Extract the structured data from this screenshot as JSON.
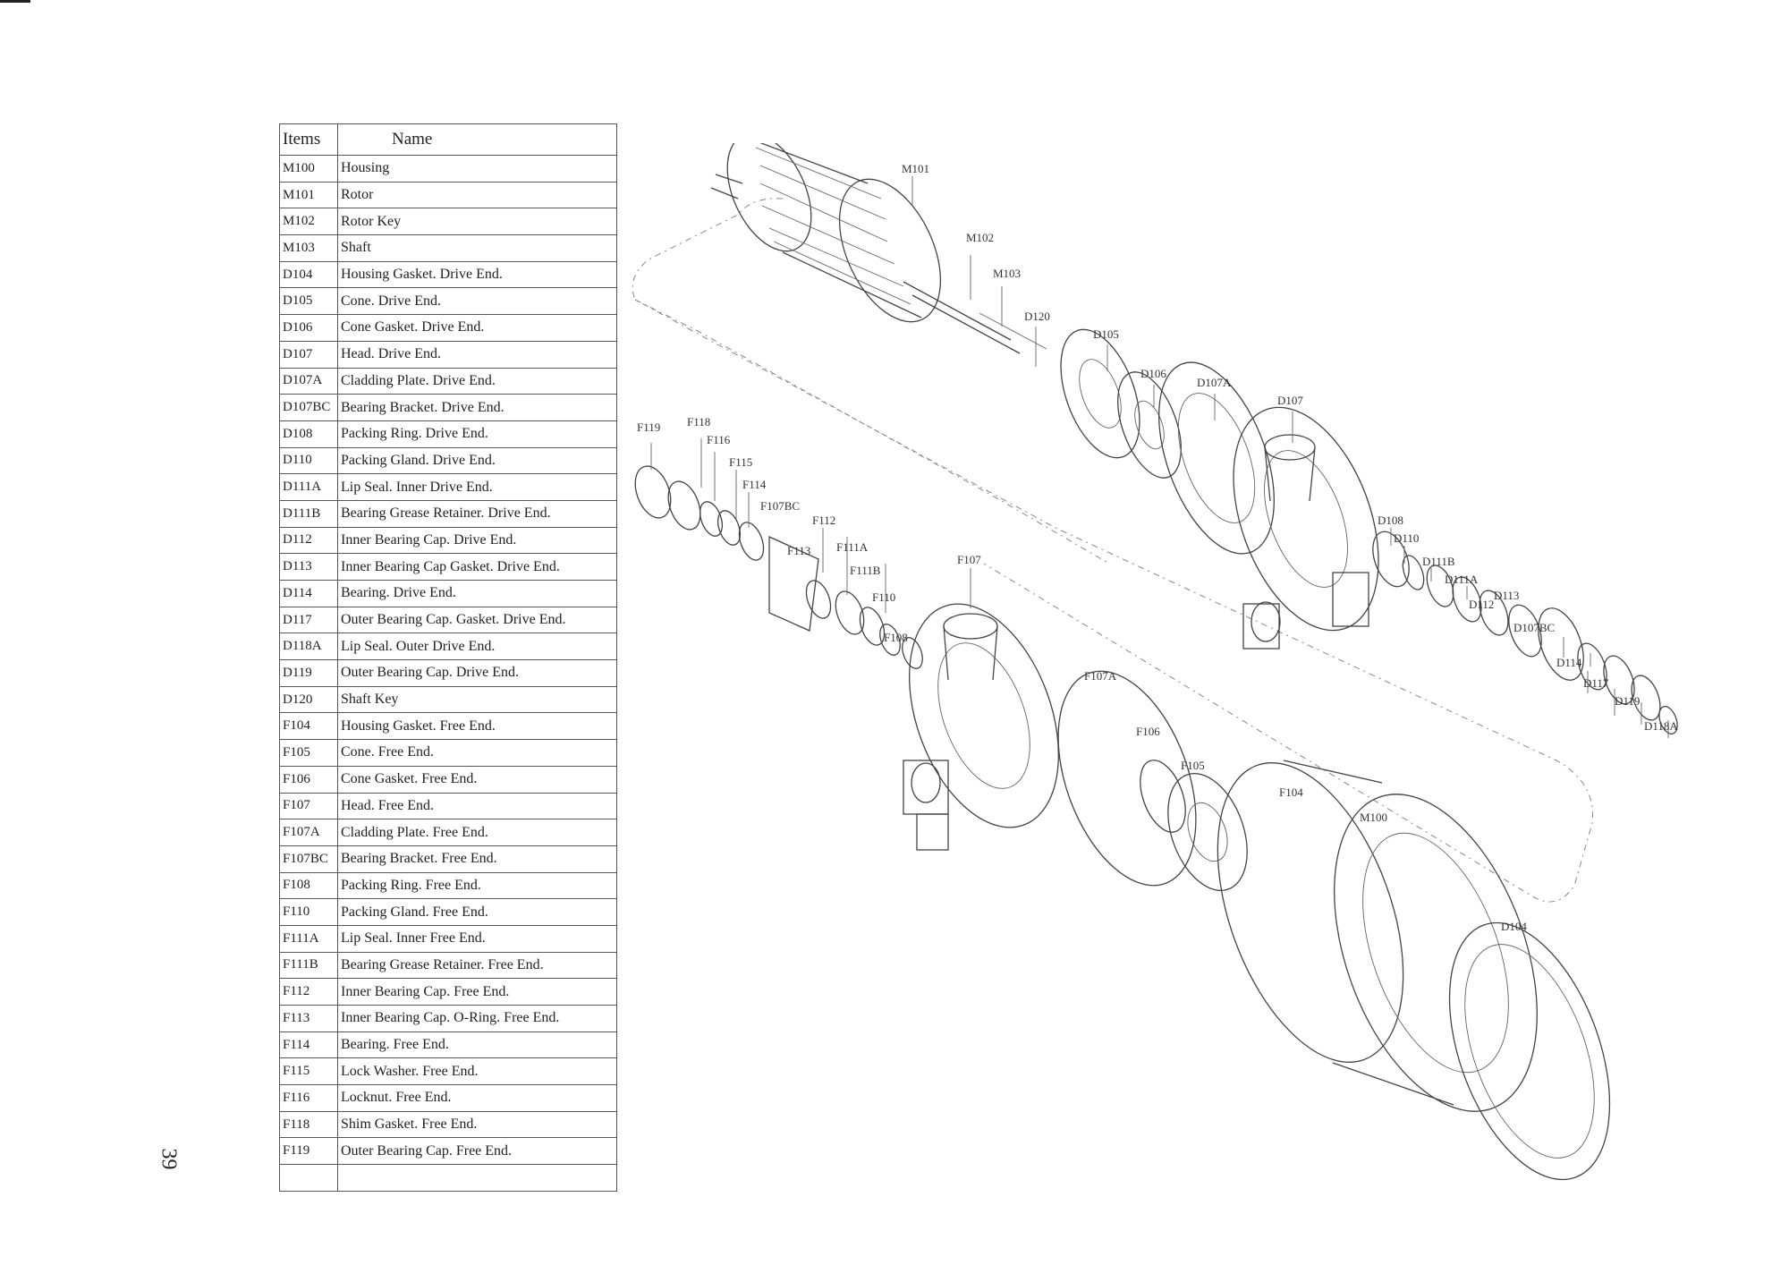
{
  "page_number": "39",
  "table": {
    "headers": {
      "item": "Items",
      "name": "Name"
    },
    "rows": [
      {
        "item": "M100",
        "name": "Housing"
      },
      {
        "item": "M101",
        "name": "Rotor"
      },
      {
        "item": "M102",
        "name": "Rotor Key"
      },
      {
        "item": "M103",
        "name": "Shaft"
      },
      {
        "item": "D104",
        "name": "Housing Gasket. Drive End."
      },
      {
        "item": "D105",
        "name": "Cone. Drive End."
      },
      {
        "item": "D106",
        "name": "Cone Gasket. Drive End."
      },
      {
        "item": "D107",
        "name": "Head. Drive End."
      },
      {
        "item": "D107A",
        "name": "Cladding Plate. Drive End."
      },
      {
        "item": "D107BC",
        "name": "Bearing Bracket. Drive End."
      },
      {
        "item": "D108",
        "name": "Packing Ring. Drive End."
      },
      {
        "item": "D110",
        "name": "Packing Gland. Drive End."
      },
      {
        "item": "D111A",
        "name": "Lip Seal. Inner Drive End."
      },
      {
        "item": "D111B",
        "name": "Bearing Grease Retainer. Drive End."
      },
      {
        "item": "D112",
        "name": "Inner Bearing Cap. Drive End."
      },
      {
        "item": "D113",
        "name": "Inner Bearing Cap Gasket. Drive End."
      },
      {
        "item": "D114",
        "name": "Bearing. Drive End."
      },
      {
        "item": "D117",
        "name": "Outer Bearing Cap. Gasket. Drive End."
      },
      {
        "item": "D118A",
        "name": "Lip Seal. Outer Drive End."
      },
      {
        "item": "D119",
        "name": "Outer Bearing Cap. Drive End."
      },
      {
        "item": "D120",
        "name": "Shaft Key"
      },
      {
        "item": "F104",
        "name": "Housing Gasket. Free End."
      },
      {
        "item": "F105",
        "name": "Cone. Free End."
      },
      {
        "item": "F106",
        "name": "Cone Gasket. Free End."
      },
      {
        "item": "F107",
        "name": "Head. Free End."
      },
      {
        "item": "F107A",
        "name": "Cladding Plate. Free End."
      },
      {
        "item": "F107BC",
        "name": "Bearing Bracket. Free End."
      },
      {
        "item": "F108",
        "name": "Packing Ring. Free End."
      },
      {
        "item": "F110",
        "name": "Packing Gland. Free End."
      },
      {
        "item": "F111A",
        "name": "Lip Seal. Inner Free End."
      },
      {
        "item": "F111B",
        "name": "Bearing Grease Retainer. Free End."
      },
      {
        "item": "F112",
        "name": "Inner Bearing Cap. Free End."
      },
      {
        "item": "F113",
        "name": "Inner Bearing Cap. O-Ring. Free End."
      },
      {
        "item": "F114",
        "name": "Bearing. Free End."
      },
      {
        "item": "F115",
        "name": "Lock Washer. Free End."
      },
      {
        "item": "F116",
        "name": "Locknut. Free End."
      },
      {
        "item": "F118",
        "name": "Shim  Gasket. Free End."
      },
      {
        "item": "F119",
        "name": "Outer Bearing Cap. Free End."
      },
      {
        "item": "",
        "name": ""
      }
    ]
  },
  "callouts": [
    "M101",
    "M102",
    "M103",
    "D120",
    "D105",
    "D106",
    "D107A",
    "D107",
    "D108",
    "D110",
    "D111B",
    "D111A",
    "D112",
    "D113",
    "D107BC",
    "D114",
    "D117",
    "D119",
    "D118A",
    "F119",
    "F118",
    "F116",
    "F115",
    "F114",
    "F107BC",
    "F112",
    "F113",
    "F111A",
    "F111B",
    "F110",
    "F108",
    "F107",
    "F107A",
    "F106",
    "F105",
    "F104",
    "M100",
    "D104"
  ]
}
